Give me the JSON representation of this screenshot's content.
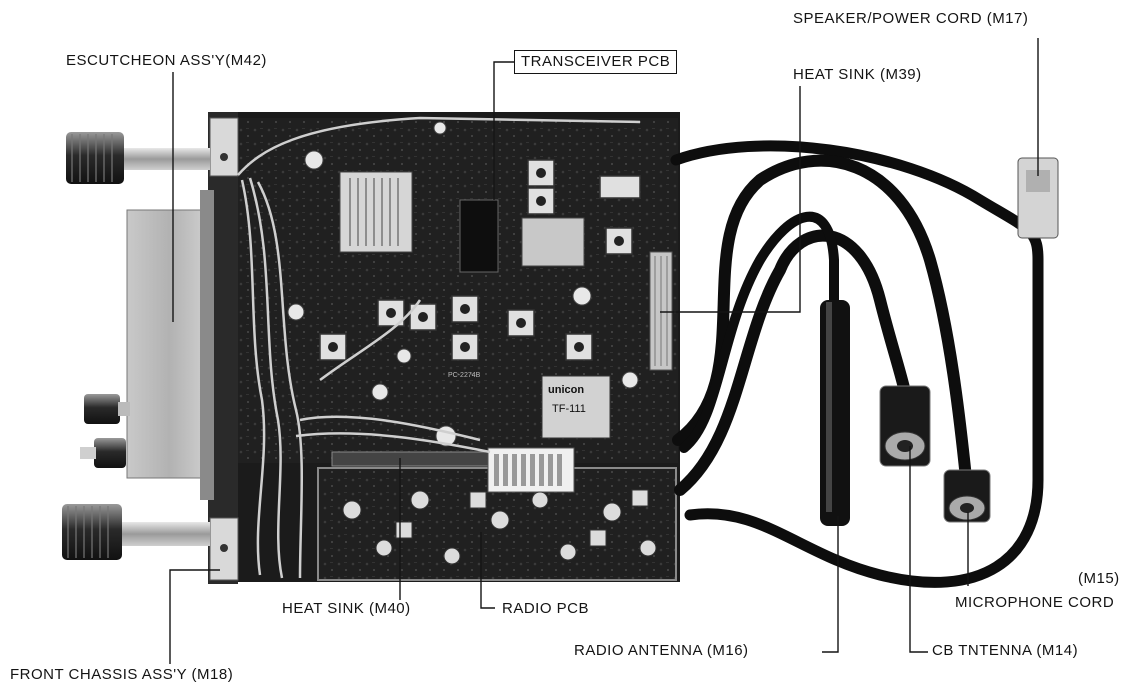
{
  "labels": {
    "escutcheon": "ESCUTCHEON ASS'Y(M42)",
    "transceiver_pcb": "TRANSCEIVER PCB",
    "heat_sink_m39": "HEAT SINK  (M39)",
    "speaker_power_cord": "SPEAKER/POWER  CORD  (M17)",
    "heat_sink_m40": "HEAT SINK  (M40)",
    "radio_pcb": "RADIO PCB",
    "m15": "(M15)",
    "microphone_cord": "MICROPHONE CORD",
    "radio_antenna": "RADIO ANTENNA  (M16)",
    "cb_antenna": "CB TNTENNA  (M14)",
    "front_chassis": "FRONT CHASSIS ASS'Y  (M18)"
  },
  "pcb_markings": {
    "board_code": "PC-2274B",
    "transformer_brand": "unicon",
    "transformer_code": "TF-111"
  },
  "colors": {
    "background": "#ffffff",
    "label_text": "#141414",
    "chassis_dark": "#1c1c1c",
    "metal": "#bdbdbd",
    "cable": "#0d0d0d"
  }
}
